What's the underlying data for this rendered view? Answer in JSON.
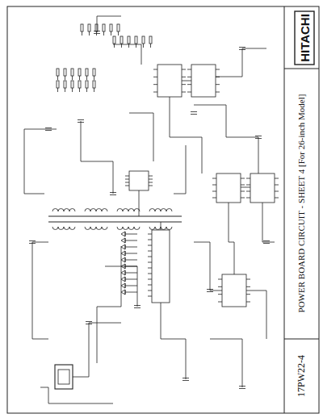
{
  "diagram": {
    "labels": [
      "17PW22-4",
      "POWER BOARD CIRCUIT - SHEET 4 [For 26-inch Model]",
      "HITACHI"
    ]
  }
}
